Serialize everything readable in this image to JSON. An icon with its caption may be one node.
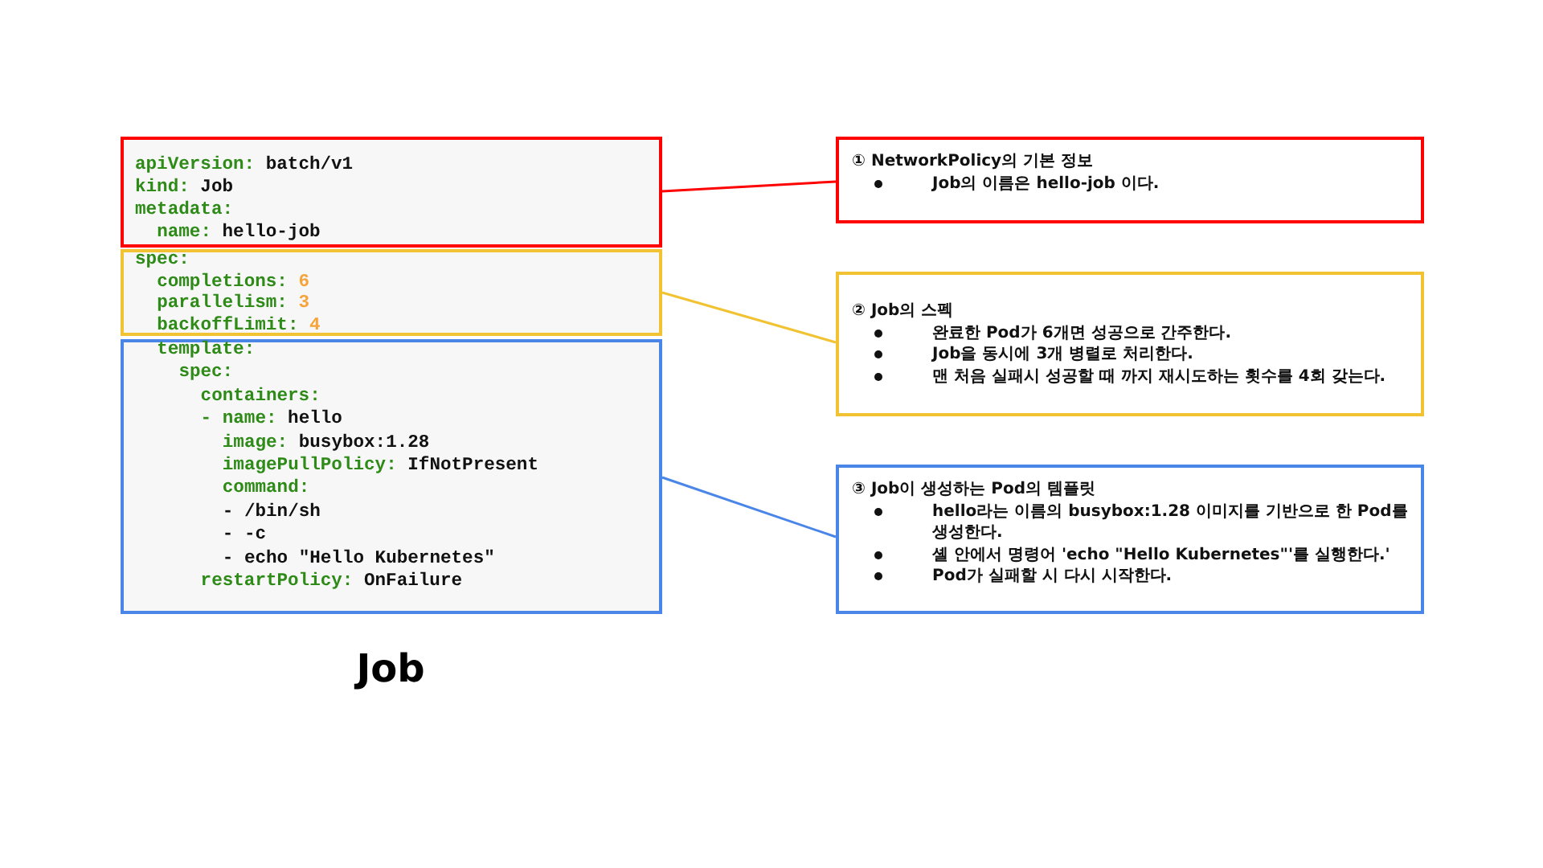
{
  "diagram": {
    "caption": "Job",
    "nodes": [
      {
        "text": [
          "apiVersion: batch/v1",
          "kind: Job",
          "metadata:",
          "name: hello-job"
        ]
      },
      {
        "text": [
          "spec:",
          "completions: 6",
          "parallelism: 3",
          "backoffLimit: 4"
        ]
      },
      {
        "text": [
          "template:",
          "spec:",
          "containers:",
          "- name: hello",
          "image: busybox:1.28",
          "imagePullPolicy: IfNotPresent",
          "command:",
          "- /bin/sh",
          "- -c",
          "- echo \"Hello Kubernetes\"",
          "restartPolicy: OnFailure"
        ]
      },
      {
        "text": [
          "① NetworkPolicy의 기본 정보",
          "Job의 이름은 hello-job 이다."
        ]
      },
      {
        "text": [
          "② Job의 스펙",
          "완료한 Pod가 6개면 성공으로 간주한다.",
          "Job을 동시에 3개 병렬로 처리한다.",
          "맨 처음 실패시 성공할 때 까지 재시도하는 횟수를 4회 갖는다."
        ]
      },
      {
        "text": [
          "③ Job이 생성하는 Pod의 템플릿",
          "hello라는 이름의 busybox:1.28 이미지를 기반으로 한 Pod를 생성한다.",
          "셸 안에서 명령어 'echo \"Hello Kubernetes\"'를 실행한다.'",
          "Pod가 실패할 시 다시 시작한다."
        ]
      }
    ],
    "edges": [
      {
        "from": 0,
        "to": 3,
        "arrow": "none",
        "color": "#ff0000"
      },
      {
        "from": 1,
        "to": 4,
        "arrow": "none",
        "color": "#f1c232"
      },
      {
        "from": 2,
        "to": 5,
        "arrow": "none",
        "color": "#4a86e8"
      }
    ]
  }
}
